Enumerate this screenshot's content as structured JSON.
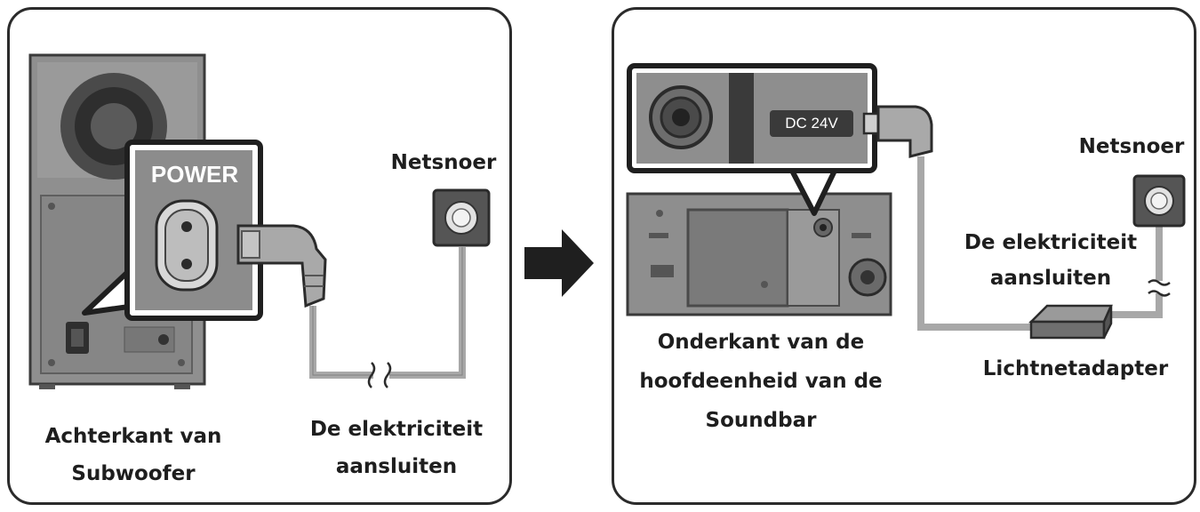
{
  "left_panel": {
    "caption_device": [
      "Achterkant van",
      "Subwoofer"
    ],
    "power_label": "POWER",
    "outlet_label": "Netsnoer",
    "connect_label": [
      "De elektriciteit",
      "aansluiten"
    ]
  },
  "right_panel": {
    "port_label": "DC 24V",
    "outlet_label": "Netsnoer",
    "connect_label": [
      "De elektriciteit",
      "aansluiten"
    ],
    "caption_device": [
      "Onderkant van de",
      "hoofdeenheid van de",
      "Soundbar"
    ],
    "adapter_label": "Lichtnetadapter"
  },
  "colors": {
    "outline": "#2b2b2b",
    "device_gray": "#8c8c8c",
    "cable_gray": "#a8a8a8",
    "dark": "#3a3a3a"
  }
}
